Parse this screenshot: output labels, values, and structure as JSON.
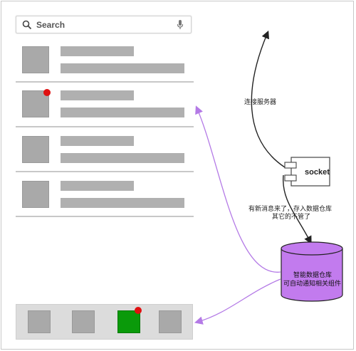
{
  "search": {
    "placeholder": "Search"
  },
  "list": {
    "items": [
      {
        "has_notification": false
      },
      {
        "has_notification": true
      },
      {
        "has_notification": false
      },
      {
        "has_notification": false
      }
    ]
  },
  "bottom_tabs": [
    {
      "active": false
    },
    {
      "active": false
    },
    {
      "active": true,
      "has_notification": true
    },
    {
      "active": false
    }
  ],
  "diagram": {
    "server_label": "连接服务器",
    "socket_label": "socket",
    "message_label_line1": "有新消息来了，存入数据仓库",
    "message_label_line2": "其它的不管了",
    "db_label_line1": "智能数据仓库",
    "db_label_line2": "可自动通知相关组件"
  },
  "colors": {
    "notification": "#e01010",
    "active_tab": "#0a9a0a",
    "database_fill": "#c27bee",
    "notify_arrow": "#b47ae6"
  }
}
